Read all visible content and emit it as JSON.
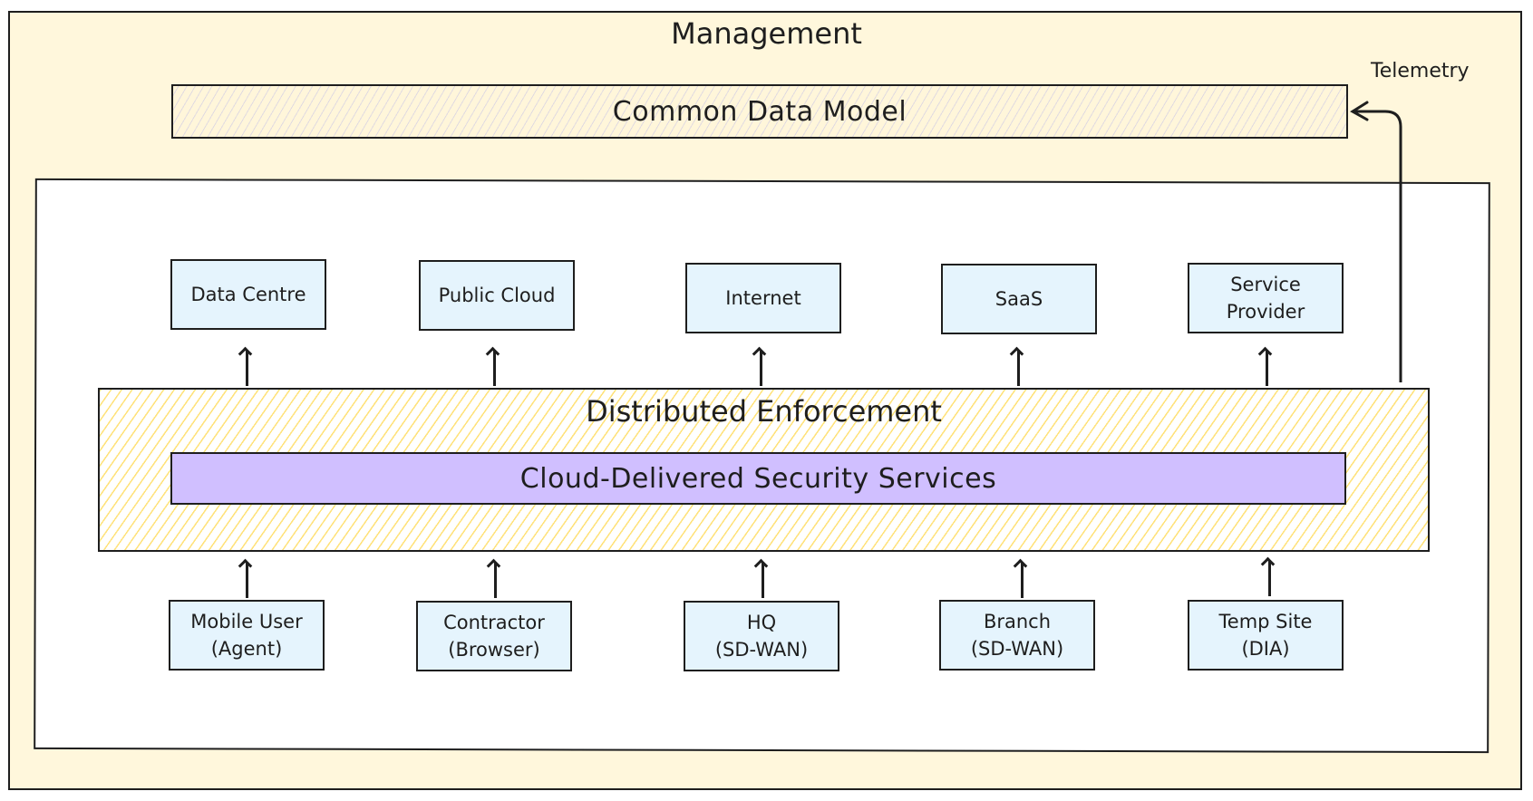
{
  "management": {
    "title": "Management"
  },
  "common_data_model": {
    "label": "Common Data Model"
  },
  "telemetry": {
    "label": "Telemetry"
  },
  "enforcement": {
    "title": "Distributed Enforcement"
  },
  "cloud_services": {
    "label": "Cloud-Delivered Security Services"
  },
  "destinations": [
    {
      "label": "Data Centre"
    },
    {
      "label": "Public Cloud"
    },
    {
      "label": "Internet"
    },
    {
      "label": "SaaS"
    },
    {
      "label": "Service\nProvider"
    }
  ],
  "sources": [
    {
      "label": "Mobile User\n(Agent)"
    },
    {
      "label": "Contractor\n(Browser)"
    },
    {
      "label": "HQ\n(SD-WAN)"
    },
    {
      "label": "Branch\n(SD-WAN)"
    },
    {
      "label": "Temp Site\n(DIA)"
    }
  ],
  "colors": {
    "management_fill": "#fff7dc",
    "node_fill": "#e5f4fd",
    "cloud_fill": "#d0bfff",
    "enforcement_hatch": "#ffe27a",
    "stroke": "#1e1e1e"
  }
}
